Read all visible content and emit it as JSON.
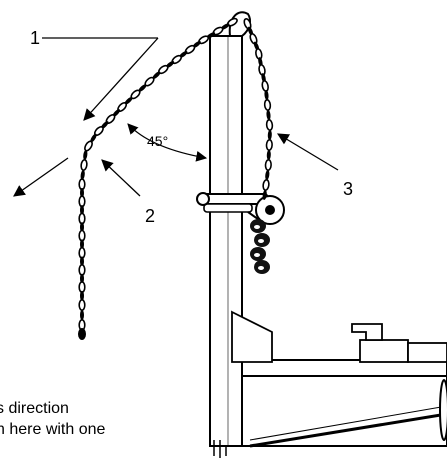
{
  "labels": {
    "callout_1": "1",
    "callout_2": "2",
    "callout_3": "3",
    "angle": "45°"
  },
  "caption": {
    "line1": "s direction",
    "line2": "n here with one"
  },
  "colors": {
    "ink": "#000000",
    "paper": "#ffffff"
  }
}
